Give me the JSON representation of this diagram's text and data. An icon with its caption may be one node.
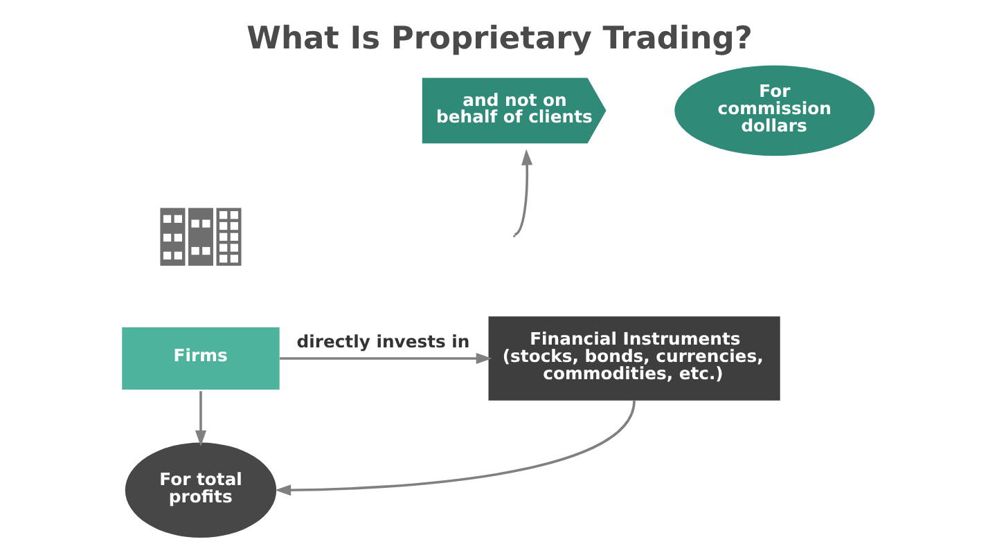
{
  "diagram": {
    "title": "What Is Proprietary Trading?",
    "nodes": [
      {
        "text": [
          "and not on behalf of clients"
        ]
      },
      {
        "text": [
          "For commission dollars"
        ]
      },
      {
        "text": [],
        "shape": "picture"
      },
      {
        "text": [
          "Firms"
        ]
      },
      {
        "text": [
          "Financial Instruments",
          "(stocks, bonds, currencies, commodities, etc.)"
        ]
      },
      {
        "text": [
          "For total profits"
        ]
      }
    ],
    "edges": [
      {
        "from": 3,
        "to": 4,
        "arrow": "to",
        "label": "directly invests in"
      },
      {
        "from": null,
        "to": 0,
        "arrow": "to"
      },
      {
        "from": 3,
        "to": 5,
        "arrow": "to"
      },
      {
        "from": 4,
        "to": 5,
        "arrow": "to"
      }
    ]
  }
}
